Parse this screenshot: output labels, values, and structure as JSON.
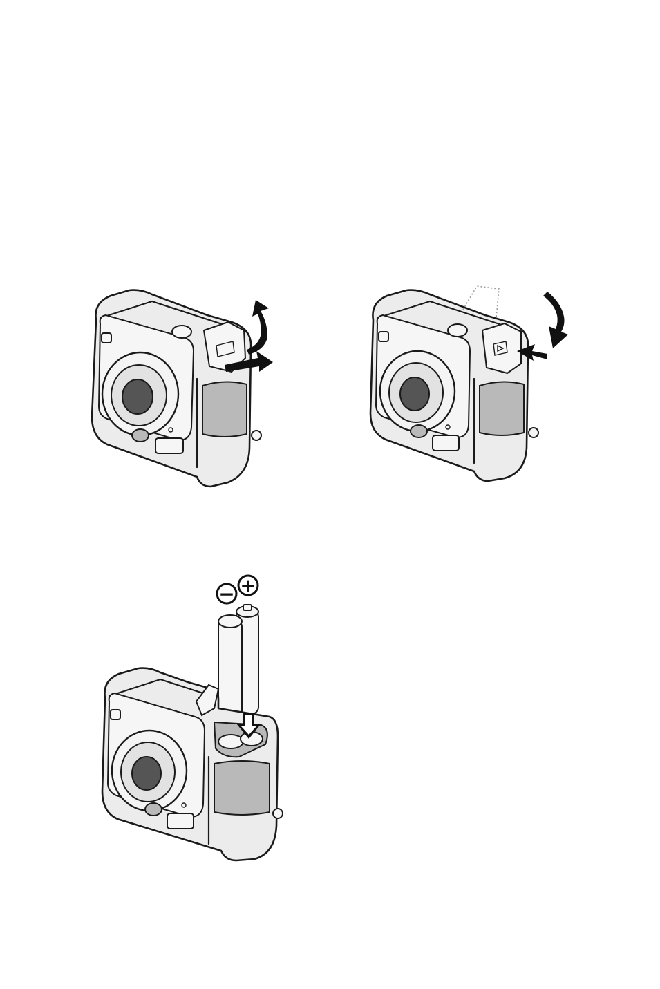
{
  "figures": [
    {
      "id": "open-cover",
      "description_arrows": [
        "slide-arrow",
        "lift-arrow"
      ]
    },
    {
      "id": "close-cover",
      "description_arrows": [
        "press-down-arrow",
        "slide-back-arrow"
      ]
    },
    {
      "id": "insert-batteries",
      "description_arrows": [
        "insert-arrow"
      ]
    }
  ],
  "polarity": {
    "negative": "−",
    "positive": "+"
  }
}
